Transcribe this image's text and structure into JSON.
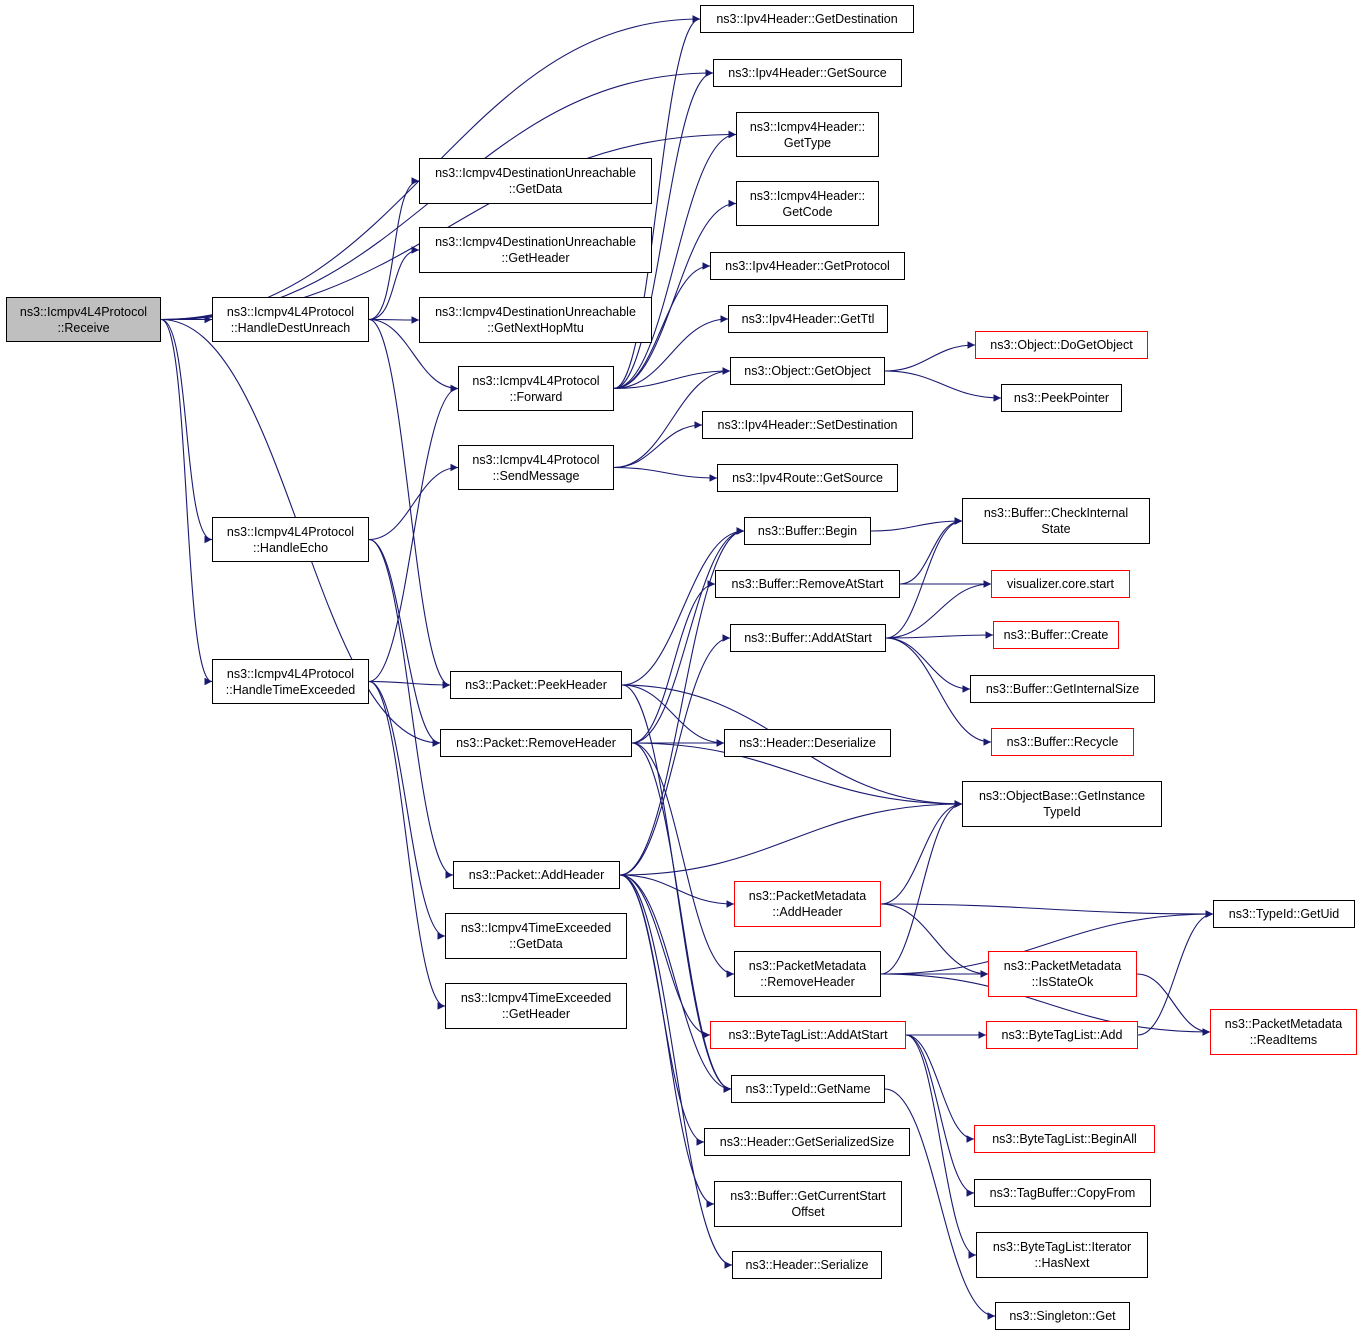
{
  "colors": {
    "edge": "#191970",
    "node_border": "#000000",
    "external_border": "#ff0000",
    "root_fill": "#bfbfbf"
  },
  "nodes": [
    {
      "id": "receive",
      "lines": [
        "ns3::Icmpv4L4Protocol",
        "::Receive"
      ],
      "kind": "root"
    },
    {
      "id": "handleDestUnreach",
      "lines": [
        "ns3::Icmpv4L4Protocol",
        "::HandleDestUnreach"
      ]
    },
    {
      "id": "handleEcho",
      "lines": [
        "ns3::Icmpv4L4Protocol",
        "::HandleEcho"
      ]
    },
    {
      "id": "handleTimeExceeded",
      "lines": [
        "ns3::Icmpv4L4Protocol",
        "::HandleTimeExceeded"
      ]
    },
    {
      "id": "duGetData",
      "lines": [
        "ns3::Icmpv4DestinationUnreachable",
        "::GetData"
      ]
    },
    {
      "id": "duGetHeader",
      "lines": [
        "ns3::Icmpv4DestinationUnreachable",
        "::GetHeader"
      ]
    },
    {
      "id": "duGetNextHopMtu",
      "lines": [
        "ns3::Icmpv4DestinationUnreachable",
        "::GetNextHopMtu"
      ]
    },
    {
      "id": "forward",
      "lines": [
        "ns3::Icmpv4L4Protocol",
        "::Forward"
      ]
    },
    {
      "id": "sendMessage",
      "lines": [
        "ns3::Icmpv4L4Protocol",
        "::SendMessage"
      ]
    },
    {
      "id": "peekHeader",
      "lines": [
        "ns3::Packet::PeekHeader"
      ]
    },
    {
      "id": "removeHeader",
      "lines": [
        "ns3::Packet::RemoveHeader"
      ]
    },
    {
      "id": "addHeader",
      "lines": [
        "ns3::Packet::AddHeader"
      ]
    },
    {
      "id": "teGetData",
      "lines": [
        "ns3::Icmpv4TimeExceeded",
        "::GetData"
      ]
    },
    {
      "id": "teGetHeader",
      "lines": [
        "ns3::Icmpv4TimeExceeded",
        "::GetHeader"
      ]
    },
    {
      "id": "ipv4GetDestination",
      "lines": [
        "ns3::Ipv4Header::GetDestination"
      ]
    },
    {
      "id": "ipv4GetSource",
      "lines": [
        "ns3::Ipv4Header::GetSource"
      ]
    },
    {
      "id": "icmpGetType",
      "lines": [
        "ns3::Icmpv4Header::",
        "GetType"
      ]
    },
    {
      "id": "icmpGetCode",
      "lines": [
        "ns3::Icmpv4Header::",
        "GetCode"
      ]
    },
    {
      "id": "ipv4GetProtocol",
      "lines": [
        "ns3::Ipv4Header::GetProtocol"
      ]
    },
    {
      "id": "ipv4GetTtl",
      "lines": [
        "ns3::Ipv4Header::GetTtl"
      ]
    },
    {
      "id": "objGetObject",
      "lines": [
        "ns3::Object::GetObject"
      ]
    },
    {
      "id": "ipv4SetDestination",
      "lines": [
        "ns3::Ipv4Header::SetDestination"
      ]
    },
    {
      "id": "ipv4RouteGetSource",
      "lines": [
        "ns3::Ipv4Route::GetSource"
      ]
    },
    {
      "id": "bufBegin",
      "lines": [
        "ns3::Buffer::Begin"
      ]
    },
    {
      "id": "bufRemoveAtStart",
      "lines": [
        "ns3::Buffer::RemoveAtStart"
      ]
    },
    {
      "id": "bufAddAtStart",
      "lines": [
        "ns3::Buffer::AddAtStart"
      ]
    },
    {
      "id": "hdrDeserialize",
      "lines": [
        "ns3::Header::Deserialize"
      ]
    },
    {
      "id": "pmAddHeader",
      "lines": [
        "ns3::PacketMetadata",
        "::AddHeader"
      ],
      "kind": "ext"
    },
    {
      "id": "pmRemoveHeader",
      "lines": [
        "ns3::PacketMetadata",
        "::RemoveHeader"
      ]
    },
    {
      "id": "btlAddAtStart",
      "lines": [
        "ns3::ByteTagList::AddAtStart"
      ],
      "kind": "ext"
    },
    {
      "id": "typeIdGetName",
      "lines": [
        "ns3::TypeId::GetName"
      ]
    },
    {
      "id": "hdrGetSerializedSize",
      "lines": [
        "ns3::Header::GetSerializedSize"
      ]
    },
    {
      "id": "bufGetCurrentStartOffset",
      "lines": [
        "ns3::Buffer::GetCurrentStart",
        "Offset"
      ]
    },
    {
      "id": "hdrSerialize",
      "lines": [
        "ns3::Header::Serialize"
      ]
    },
    {
      "id": "objDoGetObject",
      "lines": [
        "ns3::Object::DoGetObject"
      ],
      "kind": "ext"
    },
    {
      "id": "peekPointer",
      "lines": [
        "ns3::PeekPointer"
      ]
    },
    {
      "id": "bufCheckInternalState",
      "lines": [
        "ns3::Buffer::CheckInternal",
        "State"
      ]
    },
    {
      "id": "vizCoreStart",
      "lines": [
        "visualizer.core.start"
      ],
      "kind": "ext"
    },
    {
      "id": "bufCreate",
      "lines": [
        "ns3::Buffer::Create"
      ],
      "kind": "ext"
    },
    {
      "id": "bufGetInternalSize",
      "lines": [
        "ns3::Buffer::GetInternalSize"
      ]
    },
    {
      "id": "bufRecycle",
      "lines": [
        "ns3::Buffer::Recycle"
      ],
      "kind": "ext"
    },
    {
      "id": "objBaseGetInstanceTypeId",
      "lines": [
        "ns3::ObjectBase::GetInstance",
        "TypeId"
      ]
    },
    {
      "id": "typeIdGetUid",
      "lines": [
        "ns3::TypeId::GetUid"
      ]
    },
    {
      "id": "pmIsStateOk",
      "lines": [
        "ns3::PacketMetadata",
        "::IsStateOk"
      ],
      "kind": "ext"
    },
    {
      "id": "btlAdd",
      "lines": [
        "ns3::ByteTagList::Add"
      ],
      "kind": "ext"
    },
    {
      "id": "pmReadItems",
      "lines": [
        "ns3::PacketMetadata",
        "::ReadItems"
      ],
      "kind": "ext"
    },
    {
      "id": "btlBeginAll",
      "lines": [
        "ns3::ByteTagList::BeginAll"
      ],
      "kind": "ext"
    },
    {
      "id": "tagBufCopyFrom",
      "lines": [
        "ns3::TagBuffer::CopyFrom"
      ]
    },
    {
      "id": "btlIterHasNext",
      "lines": [
        "ns3::ByteTagList::Iterator",
        "::HasNext"
      ]
    },
    {
      "id": "singletonGet",
      "lines": [
        "ns3::Singleton::Get"
      ]
    }
  ],
  "edges": [
    [
      "receive",
      "ipv4GetDestination"
    ],
    [
      "receive",
      "ipv4GetSource"
    ],
    [
      "receive",
      "icmpGetType"
    ],
    [
      "receive",
      "handleDestUnreach"
    ],
    [
      "receive",
      "handleEcho"
    ],
    [
      "receive",
      "handleTimeExceeded"
    ],
    [
      "receive",
      "removeHeader"
    ],
    [
      "handleDestUnreach",
      "duGetData"
    ],
    [
      "handleDestUnreach",
      "duGetHeader"
    ],
    [
      "handleDestUnreach",
      "duGetNextHopMtu"
    ],
    [
      "handleDestUnreach",
      "forward"
    ],
    [
      "handleDestUnreach",
      "peekHeader"
    ],
    [
      "handleEcho",
      "sendMessage"
    ],
    [
      "handleEcho",
      "removeHeader"
    ],
    [
      "handleEcho",
      "addHeader"
    ],
    [
      "handleTimeExceeded",
      "forward"
    ],
    [
      "handleTimeExceeded",
      "peekHeader"
    ],
    [
      "handleTimeExceeded",
      "teGetData"
    ],
    [
      "handleTimeExceeded",
      "teGetHeader"
    ],
    [
      "forward",
      "ipv4GetDestination"
    ],
    [
      "forward",
      "ipv4GetSource"
    ],
    [
      "forward",
      "icmpGetType"
    ],
    [
      "forward",
      "icmpGetCode"
    ],
    [
      "forward",
      "ipv4GetProtocol"
    ],
    [
      "forward",
      "ipv4GetTtl"
    ],
    [
      "forward",
      "objGetObject"
    ],
    [
      "sendMessage",
      "objGetObject"
    ],
    [
      "sendMessage",
      "ipv4SetDestination"
    ],
    [
      "sendMessage",
      "ipv4RouteGetSource"
    ],
    [
      "objGetObject",
      "objDoGetObject"
    ],
    [
      "objGetObject",
      "peekPointer"
    ],
    [
      "peekHeader",
      "bufBegin"
    ],
    [
      "peekHeader",
      "hdrDeserialize"
    ],
    [
      "peekHeader",
      "objBaseGetInstanceTypeId"
    ],
    [
      "peekHeader",
      "typeIdGetName"
    ],
    [
      "removeHeader",
      "bufBegin"
    ],
    [
      "removeHeader",
      "bufRemoveAtStart"
    ],
    [
      "removeHeader",
      "hdrDeserialize"
    ],
    [
      "removeHeader",
      "objBaseGetInstanceTypeId"
    ],
    [
      "removeHeader",
      "pmRemoveHeader"
    ],
    [
      "removeHeader",
      "typeIdGetName"
    ],
    [
      "addHeader",
      "bufBegin"
    ],
    [
      "addHeader",
      "bufAddAtStart"
    ],
    [
      "addHeader",
      "objBaseGetInstanceTypeId"
    ],
    [
      "addHeader",
      "pmAddHeader"
    ],
    [
      "addHeader",
      "btlAddAtStart"
    ],
    [
      "addHeader",
      "typeIdGetName"
    ],
    [
      "addHeader",
      "hdrGetSerializedSize"
    ],
    [
      "addHeader",
      "bufGetCurrentStartOffset"
    ],
    [
      "addHeader",
      "hdrSerialize"
    ],
    [
      "bufBegin",
      "bufCheckInternalState"
    ],
    [
      "bufRemoveAtStart",
      "bufCheckInternalState"
    ],
    [
      "bufRemoveAtStart",
      "vizCoreStart"
    ],
    [
      "bufAddAtStart",
      "bufCheckInternalState"
    ],
    [
      "bufAddAtStart",
      "vizCoreStart"
    ],
    [
      "bufAddAtStart",
      "bufCreate"
    ],
    [
      "bufAddAtStart",
      "bufGetInternalSize"
    ],
    [
      "bufAddAtStart",
      "bufRecycle"
    ],
    [
      "pmAddHeader",
      "objBaseGetInstanceTypeId"
    ],
    [
      "pmAddHeader",
      "typeIdGetUid"
    ],
    [
      "pmAddHeader",
      "pmIsStateOk"
    ],
    [
      "pmRemoveHeader",
      "objBaseGetInstanceTypeId"
    ],
    [
      "pmRemoveHeader",
      "typeIdGetUid"
    ],
    [
      "pmRemoveHeader",
      "pmIsStateOk"
    ],
    [
      "pmRemoveHeader",
      "pmReadItems"
    ],
    [
      "pmIsStateOk",
      "pmReadItems"
    ],
    [
      "btlAddAtStart",
      "btlAdd"
    ],
    [
      "btlAddAtStart",
      "btlBeginAll"
    ],
    [
      "btlAddAtStart",
      "tagBufCopyFrom"
    ],
    [
      "btlAddAtStart",
      "btlIterHasNext"
    ],
    [
      "btlAdd",
      "typeIdGetUid"
    ],
    [
      "typeIdGetName",
      "singletonGet"
    ]
  ]
}
